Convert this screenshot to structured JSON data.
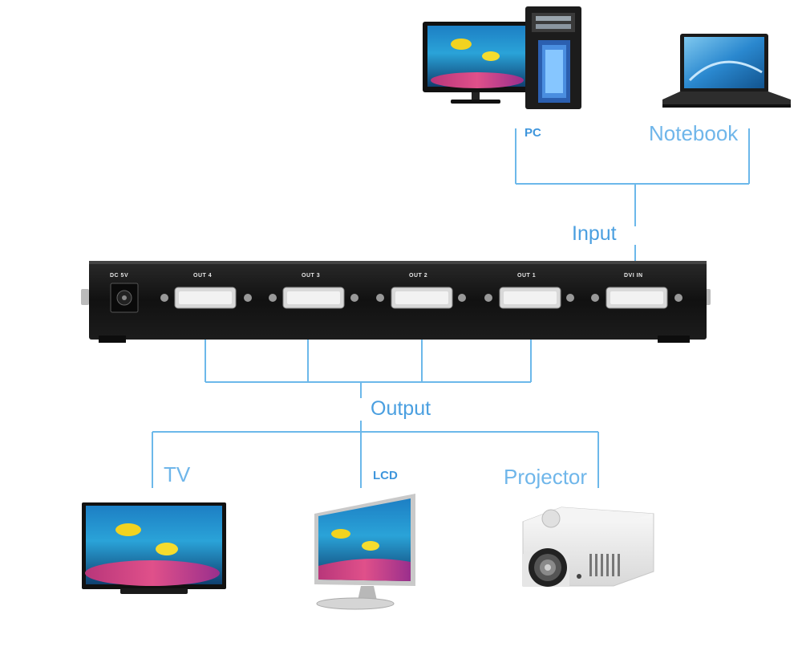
{
  "labels": {
    "pc": "PC",
    "notebook": "Notebook",
    "input": "Input",
    "output": "Output",
    "tv": "TV",
    "lcd": "LCD",
    "projector": "Projector"
  },
  "splitter": {
    "power_label": "DC 5V",
    "ports": [
      "OUT 4",
      "OUT 3",
      "OUT 2",
      "OUT 1",
      "DVI IN"
    ]
  },
  "colors": {
    "line": "#6cb8ea",
    "label": "#4a9fe0",
    "device_body": "#151515"
  }
}
